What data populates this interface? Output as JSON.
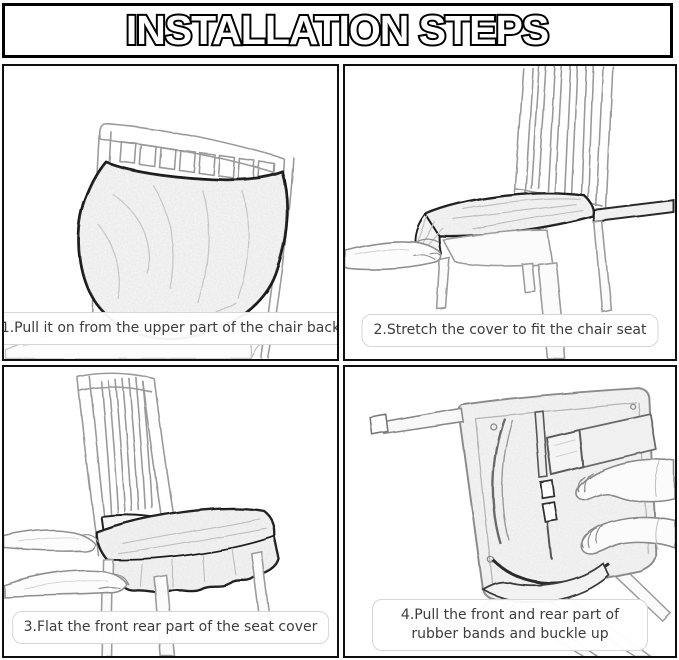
{
  "title": "INSTALLATION STEPS",
  "steps": [
    {
      "id": 1,
      "caption": "1.Pull it on from the upper part of the chair back",
      "illustration": "cover-pulled-over-chair-back"
    },
    {
      "id": 2,
      "caption": "2.Stretch the cover to fit the chair seat",
      "illustration": "hand-stretching-cover-on-seat"
    },
    {
      "id": 3,
      "caption": "3.Flat the front rear part of the seat cover",
      "illustration": "hands-flattening-front-of-seat-cover"
    },
    {
      "id": 4,
      "caption": "4.Pull the front and rear part of rubber bands and buckle up",
      "illustration": "hands-buckling-rubber-bands-under-upturned-chair"
    }
  ],
  "colors": {
    "background": "#ffffff",
    "panel_border": "#0f0f0f",
    "sketch_line": "#9a9a9a",
    "cover_outline": "#1c1c1c",
    "caption_text": "#3c3c3c",
    "caption_border": "#d6d6d6",
    "title_fill": "#ffffff",
    "title_outline": "#000000"
  }
}
